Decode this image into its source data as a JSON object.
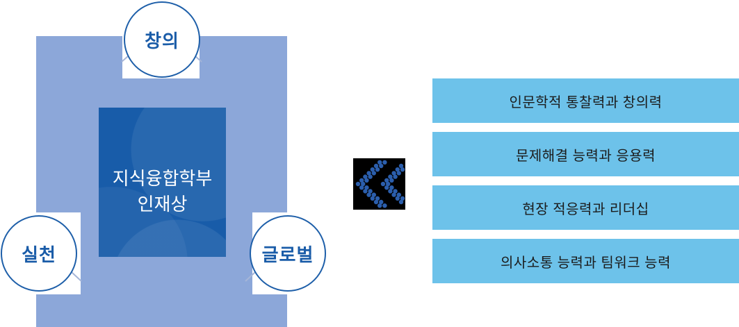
{
  "diagram": {
    "center_box": {
      "line1": "지식융합학부",
      "line2": "인재상"
    },
    "values": [
      {
        "position": "top",
        "label": "창의"
      },
      {
        "position": "left",
        "label": "실천"
      },
      {
        "position": "right",
        "label": "글로벌"
      }
    ],
    "colors": {
      "panel_blue": "#8CA7D9",
      "center_square_blue": "#185CA9",
      "circle_border_blue": "#1E5FA9",
      "circle_text_blue": "#1A5CA8",
      "connector_line": "#A6B6D8"
    }
  },
  "arrow_icon": {
    "name": "double-chevron-left",
    "background_color": "#000000",
    "dot_color": "#2B5EAC"
  },
  "traits": {
    "items": [
      "인문학적 통찰력과 창의력",
      "문제해결 능력과 응용력",
      "현장 적응력과 리더십",
      "의사소통 능력과 팀워크 능력"
    ],
    "bar_color": "#6DC2EA",
    "text_color": "#1B1B1B"
  }
}
